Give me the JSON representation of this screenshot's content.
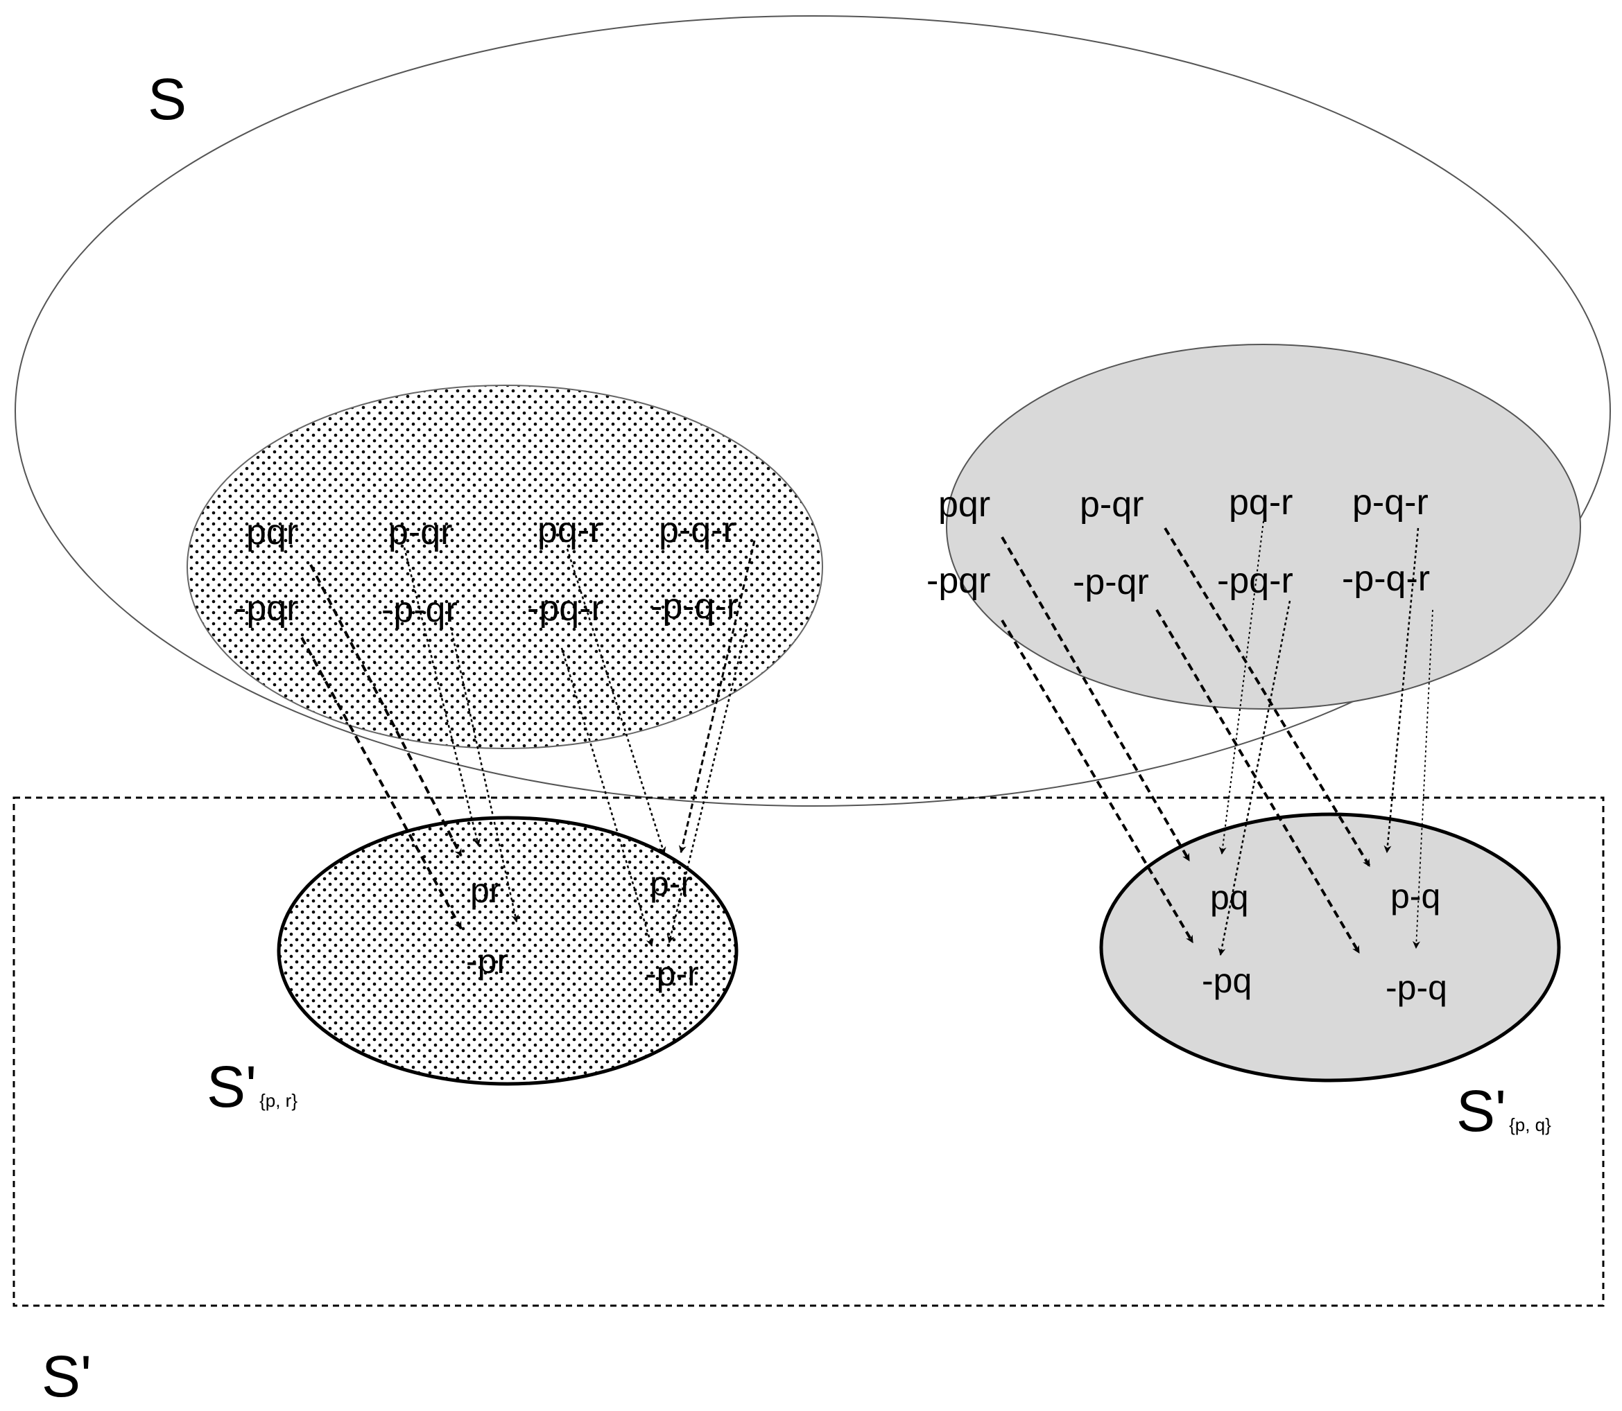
{
  "labels": {
    "S": "S",
    "S_prime": "S'",
    "S_prime_pr_main": "S'",
    "S_prime_pr_sub": "{p, r}",
    "S_prime_pq_main": "S'",
    "S_prime_pq_sub": "{p, q}"
  },
  "left_group": {
    "fill": "dotted",
    "worlds": [
      "pqr",
      "p-qr",
      "pq-r",
      "p-q-r",
      "-pqr",
      "-p-qr",
      "-pq-r",
      "-p-q-r"
    ],
    "targets": [
      "pr",
      "p-r",
      "-pr",
      "-p-r"
    ]
  },
  "right_group": {
    "fill": "#d9d9d9",
    "worlds": [
      "pqr",
      "p-qr",
      "pq-r",
      "p-q-r",
      "-pqr",
      "-p-qr",
      "-pq-r",
      "-p-q-r"
    ],
    "targets": [
      "pq",
      "p-q",
      "-pq",
      "-p-q"
    ]
  },
  "mappings": {
    "left": [
      {
        "from": "pqr",
        "to": "pr"
      },
      {
        "from": "p-qr",
        "to": "pr"
      },
      {
        "from": "-pqr",
        "to": "-pr"
      },
      {
        "from": "-p-qr",
        "to": "-pr"
      },
      {
        "from": "pq-r",
        "to": "p-r"
      },
      {
        "from": "p-q-r",
        "to": "p-r"
      },
      {
        "from": "-pq-r",
        "to": "-p-r"
      },
      {
        "from": "-p-q-r",
        "to": "-p-r"
      }
    ],
    "right": [
      {
        "from": "pqr",
        "to": "pq"
      },
      {
        "from": "pq-r",
        "to": "pq"
      },
      {
        "from": "-pqr",
        "to": "-pq"
      },
      {
        "from": "-pq-r",
        "to": "-pq"
      },
      {
        "from": "p-qr",
        "to": "p-q"
      },
      {
        "from": "p-q-r",
        "to": "p-q"
      },
      {
        "from": "-p-qr",
        "to": "-p-q"
      },
      {
        "from": "-p-q-r",
        "to": "-p-q"
      }
    ]
  },
  "colors": {
    "stroke": "#000000",
    "outer_stroke": "#555555",
    "grey_fill": "#d9d9d9"
  }
}
